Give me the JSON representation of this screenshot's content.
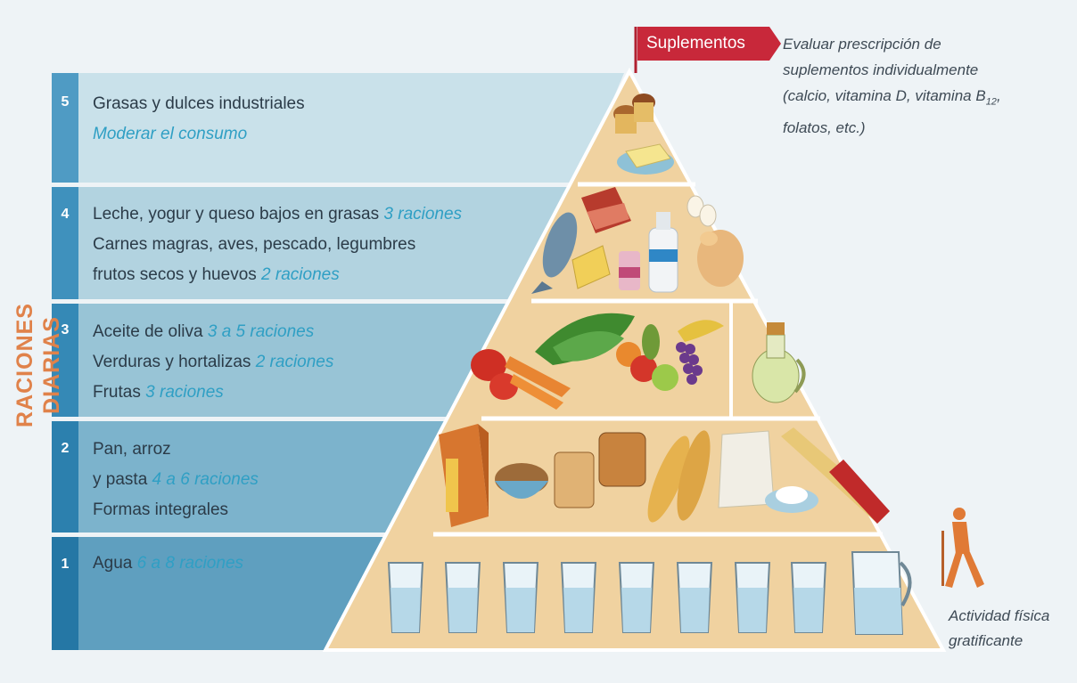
{
  "side_title": "RACIONES DIARIAS",
  "supplements": {
    "label": "Suplementos",
    "note_line1": "Evaluar prescripción de",
    "note_line2": "suplementos individualmente",
    "note_line3a": "(calcio, vitamina D, vitamina B",
    "note_line3_sub": "12",
    "note_line3b": ",",
    "note_line4": "folatos, etc.)"
  },
  "levels": [
    {
      "number": "1",
      "lines": [
        {
          "text": "Agua",
          "hl": "6 a 8 raciones"
        }
      ]
    },
    {
      "number": "2",
      "lines": [
        {
          "text": "Pan, arroz",
          "hl": ""
        },
        {
          "text": "y pasta",
          "hl": "4 a 6 raciones"
        },
        {
          "text": "Formas integrales",
          "hl": ""
        }
      ]
    },
    {
      "number": "3",
      "lines": [
        {
          "text": "Aceite de oliva",
          "hl": "3 a 5 raciones"
        },
        {
          "text": "Verduras y hortalizas",
          "hl": "2 raciones"
        },
        {
          "text": "Frutas",
          "hl": "3 raciones"
        }
      ]
    },
    {
      "number": "4",
      "lines": [
        {
          "text": "Leche, yogur y queso bajos en grasas",
          "hl": "3 raciones"
        },
        {
          "text": "Carnes magras, aves, pescado, legumbres",
          "hl": ""
        },
        {
          "text": "frutos secos y huevos",
          "hl": "2 raciones"
        }
      ]
    },
    {
      "number": "5",
      "lines": [
        {
          "text": "Grasas y dulces industriales",
          "hl": ""
        },
        {
          "text": "",
          "hl": "Moderar el consumo"
        }
      ]
    }
  ],
  "activity": {
    "line1": "Actividad física",
    "line2": "gratificante"
  },
  "colors": {
    "band_light": "#c7dfe9",
    "band_dark": "#2e8ab4",
    "pyramid": "#f1d3a1",
    "accent": "#e0824a",
    "flag": "#c8283a"
  },
  "icons": [
    "muffin-icon",
    "butter-icon",
    "meat-icon",
    "fish-icon",
    "cheese-icon",
    "yogurt-icon",
    "milk-bottle-icon",
    "eggs-icon",
    "chicken-icon",
    "vegetables-icon",
    "fruit-icon",
    "olive-oil-icon",
    "cereal-box-icon",
    "bread-icon",
    "baguette-icon",
    "flour-bag-icon",
    "pasta-icon",
    "water-glass-icon",
    "water-jug-icon",
    "walking-person-icon"
  ]
}
